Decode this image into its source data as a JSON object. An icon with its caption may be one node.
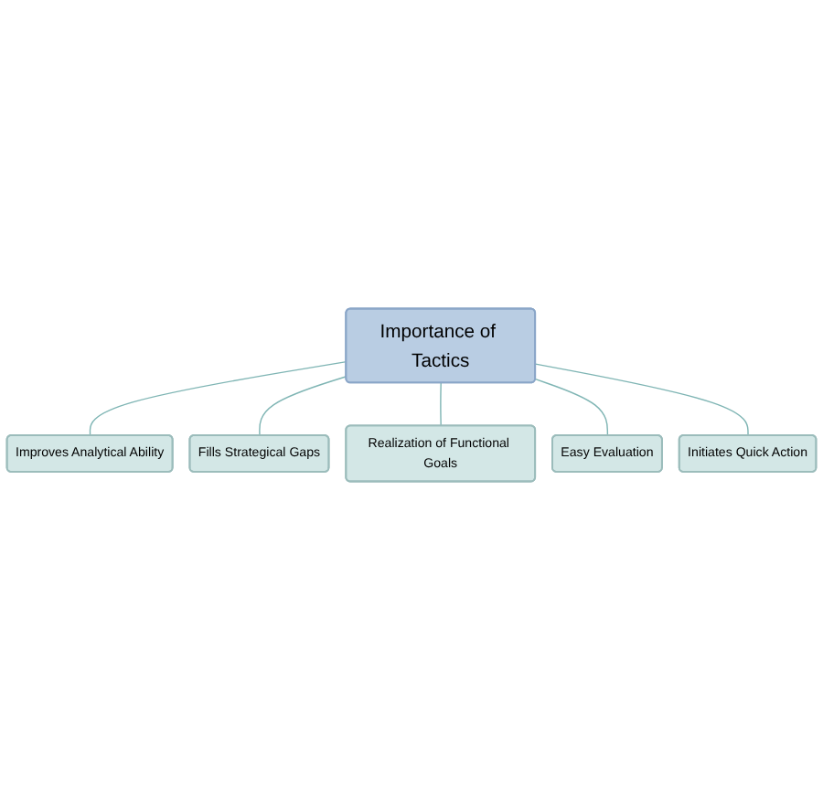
{
  "diagram": {
    "nodes": [
      {
        "text": [
          "Importance of Tactics"
        ]
      },
      {
        "text": [
          "Improves Analytical Ability"
        ]
      },
      {
        "text": [
          "Fills Strategical Gaps"
        ]
      },
      {
        "text": [
          "Realization of Functional Goals"
        ]
      },
      {
        "text": [
          "Easy Evaluation"
        ]
      },
      {
        "text": [
          "Initiates Quick Action"
        ]
      }
    ],
    "edges": [
      {
        "from": 0,
        "to": 1,
        "arrow": "none"
      },
      {
        "from": 0,
        "to": 2,
        "arrow": "none"
      },
      {
        "from": 0,
        "to": 3,
        "arrow": "none"
      },
      {
        "from": 0,
        "to": 4,
        "arrow": "none"
      },
      {
        "from": 0,
        "to": 5,
        "arrow": "none"
      }
    ]
  }
}
